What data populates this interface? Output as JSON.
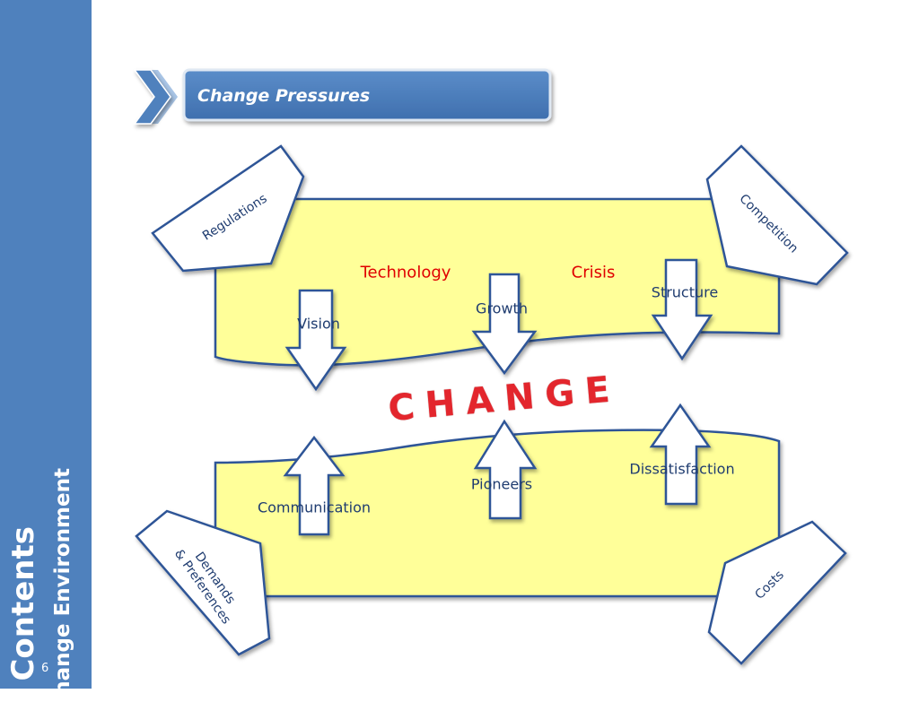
{
  "sidebar": {
    "title": "Contents",
    "subtitle": "Change Environment",
    "page_number": "6"
  },
  "header": {
    "title": "Change Pressures"
  },
  "diagram": {
    "center_word": "CHANGE",
    "top_band": {
      "red_labels": [
        "Technology",
        "Crisis"
      ],
      "arrow_labels": [
        "Vision",
        "Growth",
        "Structure"
      ]
    },
    "bottom_band": {
      "arrow_labels": [
        "Communication",
        "Pioneers",
        "Dissatisfaction"
      ]
    },
    "corners": {
      "top_left": "Regulations",
      "top_right": "Competition",
      "bottom_left_line1": "Demands",
      "bottom_left_line2": "& Preferences",
      "bottom_right": "Costs"
    }
  },
  "colors": {
    "sidebar": "#4f81bd",
    "header_fill": "#4f81bd",
    "band_fill": "#ffff99",
    "outline": "#2f5597",
    "highlight_text": "#e00000",
    "change_text": "#e3262d"
  }
}
